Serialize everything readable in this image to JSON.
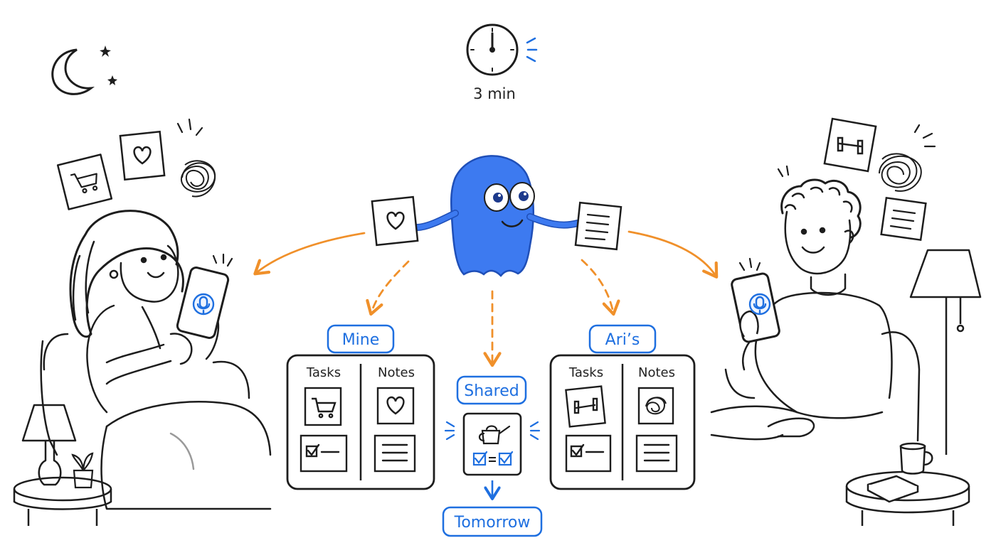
{
  "timer": {
    "label": "3 min"
  },
  "groups": {
    "mine": {
      "label": "Mine",
      "col_left": "Tasks",
      "col_right": "Notes"
    },
    "aris": {
      "label": "Ari’s",
      "col_left": "Tasks",
      "col_right": "Notes"
    },
    "shared": {
      "label": "Shared"
    },
    "tomorrow": {
      "label": "Tomorrow"
    }
  },
  "colors": {
    "ink": "#1d1d1d",
    "ghost": "#3d7af0",
    "accent_blue": "#1e6fe0",
    "arrow_orange": "#f0902a"
  },
  "icons": [
    "moon-icon",
    "star-icon",
    "clock-icon",
    "heart-note-icon",
    "cart-note-icon",
    "scribble-icon",
    "dumbbell-note-icon",
    "list-note-icon",
    "microphone-icon",
    "checkbox-icon",
    "watering-can-icon",
    "lamp-icon",
    "plant-icon",
    "mug-icon",
    "book-icon"
  ]
}
